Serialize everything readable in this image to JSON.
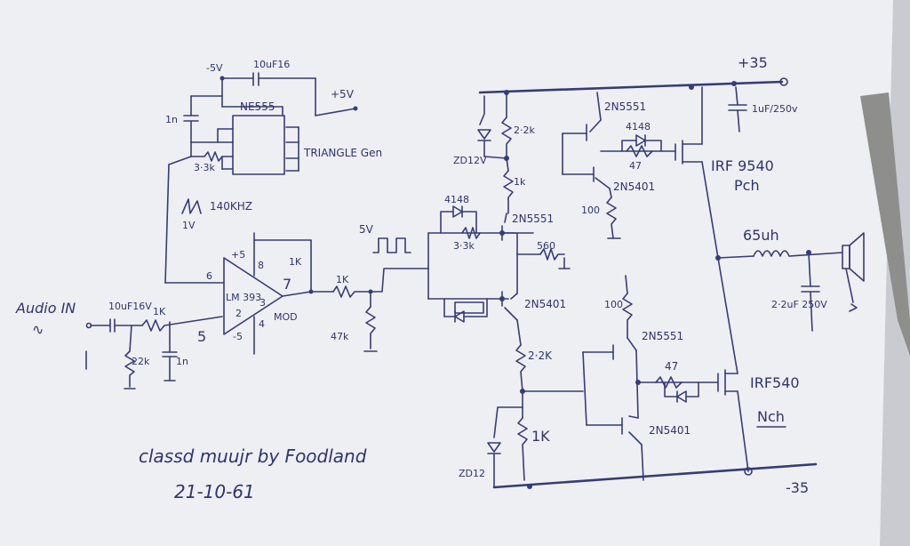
{
  "labels": {
    "neg5_top": "-5V",
    "cap_10u16": "10uF16",
    "ne555": "NE555",
    "pos5_555": "+5V",
    "cap_1n": "1n",
    "res_3k3": "3·3k",
    "triangle_gen": "TRIANGLE Gen",
    "freq": "140KHZ",
    "freq_amp": "1V",
    "audio_in": "Audio IN",
    "cap_10u16v": "10uF16V",
    "res_1k_in": "1K",
    "res_22k": "22k",
    "cap_1n_in": "1n",
    "res_1k_fb": "1K",
    "res_47k": "47k",
    "pos5_op": "+5",
    "neg5_op": "-5",
    "lm393": "LM 393",
    "mod": "MOD",
    "pin8": "8",
    "pin7": "7",
    "pin6": "6",
    "pin3": "3",
    "pin2": "2",
    "pin4": "4",
    "pin5": "5",
    "res_1k_out": "1K",
    "sq5v": "5V",
    "diode_4148_a": "4148",
    "res_3k3_b": "3·3k",
    "res_560": "560",
    "q_2n5551_a": "2N5551",
    "q_2n5401_a": "2N5401",
    "res_2k2_top": "2·2k",
    "zd_12": "ZD12V",
    "res_1k_top": "1k",
    "q_2n5551_top": "2N5551",
    "diode_4148_top": "4148",
    "res_47_top": "47",
    "q_2n5401_top": "2N5401",
    "res_100_top": "100",
    "irf9540": "IRF 9540",
    "pch": "Pch",
    "plus35": "+35",
    "cap_1u250": "1uF/250v",
    "ind_65uh": "65uh",
    "cap_2u2": "2·2uF 250V",
    "res_100_bot": "100",
    "q_2n5551_bot": "2N5551",
    "res_2k2_bot": "2·2K",
    "res_47_bot": "47",
    "irf540": "IRF540",
    "nch": "Nch",
    "res_1k_bot": "1K",
    "zd_12_bot": "ZD12",
    "q_2n5401_bot": "2N5401",
    "minus35": "-35",
    "signature": "classd muujr by Foodland",
    "date": "21-10-61"
  }
}
